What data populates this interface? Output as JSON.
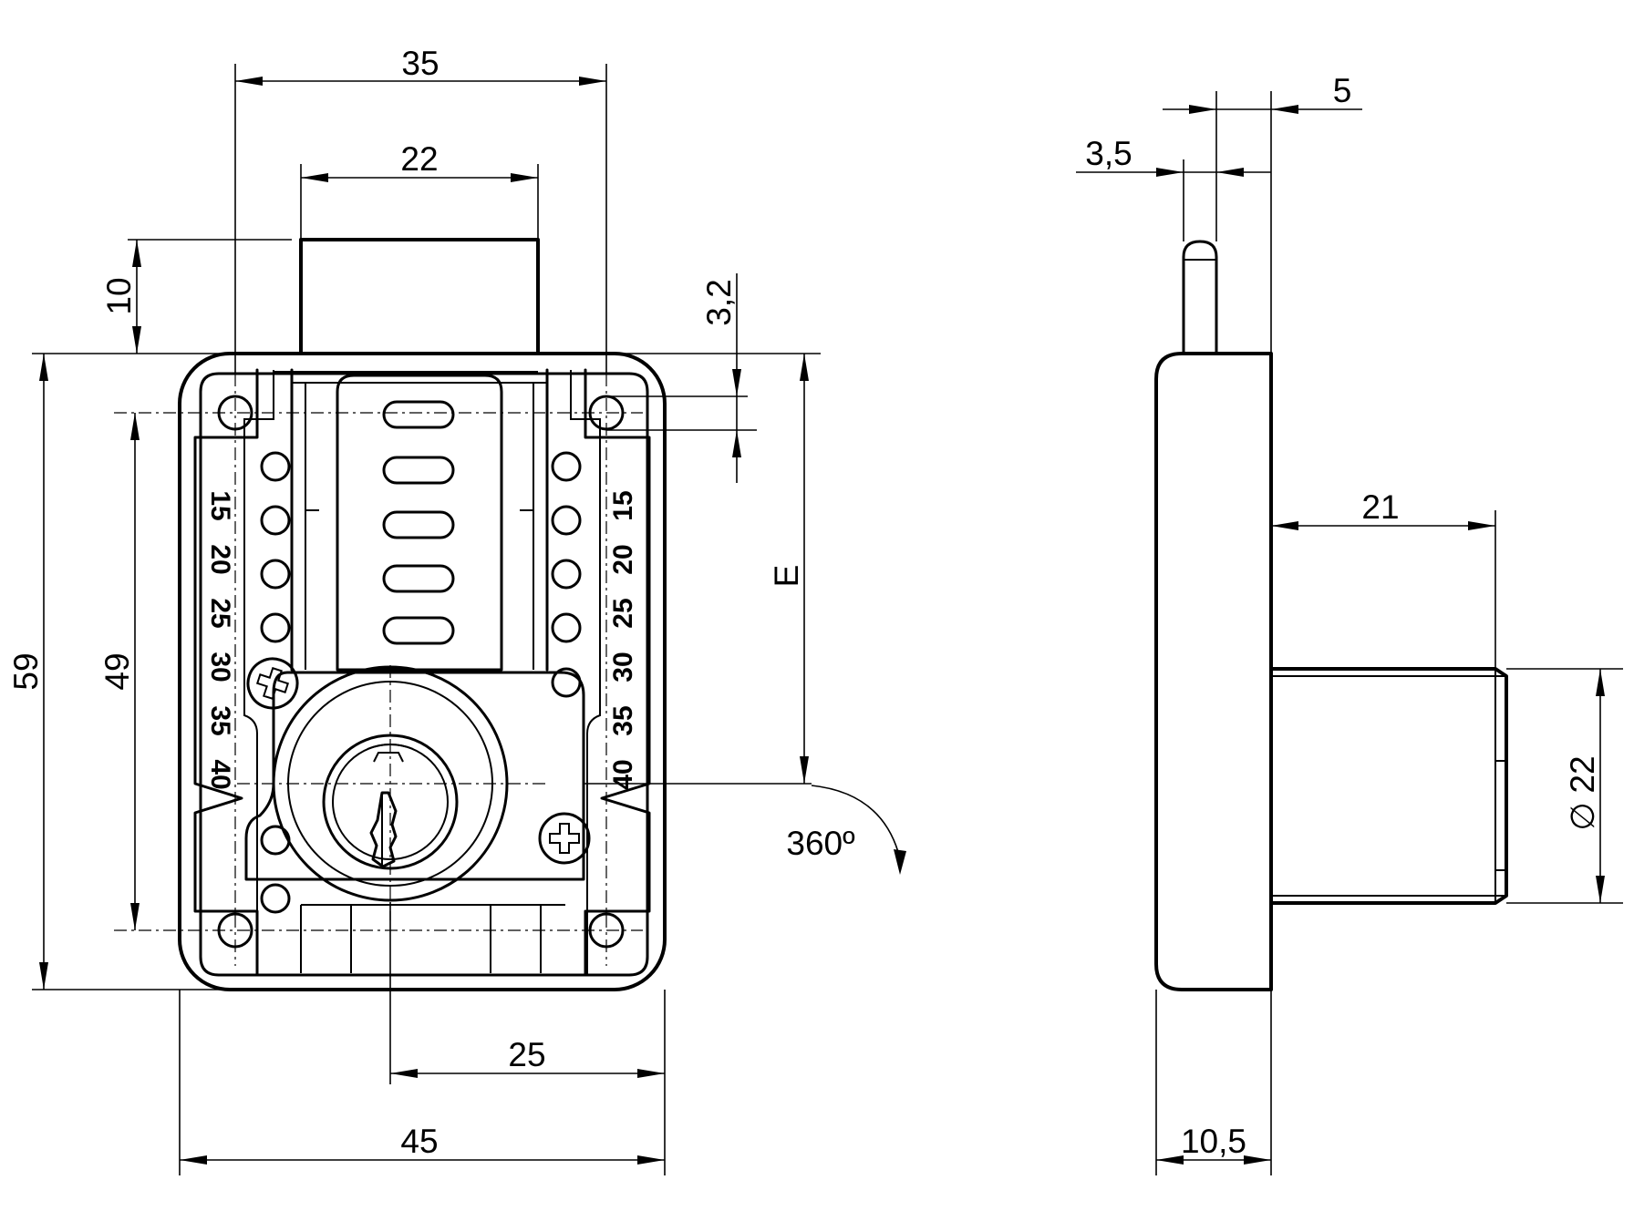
{
  "dimensions": {
    "width_35": "35",
    "bolt_width_22": "22",
    "bolt_projection_10": "10",
    "offset_3_2": "3,2",
    "height_59": "59",
    "hole_spacing_49": "49",
    "backset_e": "E",
    "rotation": "360º",
    "cylinder_offset_25": "25",
    "width_45": "45",
    "side_bolt_5": "5",
    "side_bolt_3_5": "3,5",
    "cylinder_length_21": "21",
    "cylinder_diameter_symbol": "∅",
    "cylinder_diameter_22": "22",
    "body_depth_10_5": "10,5"
  },
  "scale_labels": {
    "left": [
      "15",
      "20",
      "25",
      "30",
      "35",
      "40"
    ],
    "right": [
      "15",
      "20",
      "25",
      "30",
      "35",
      "40"
    ]
  }
}
